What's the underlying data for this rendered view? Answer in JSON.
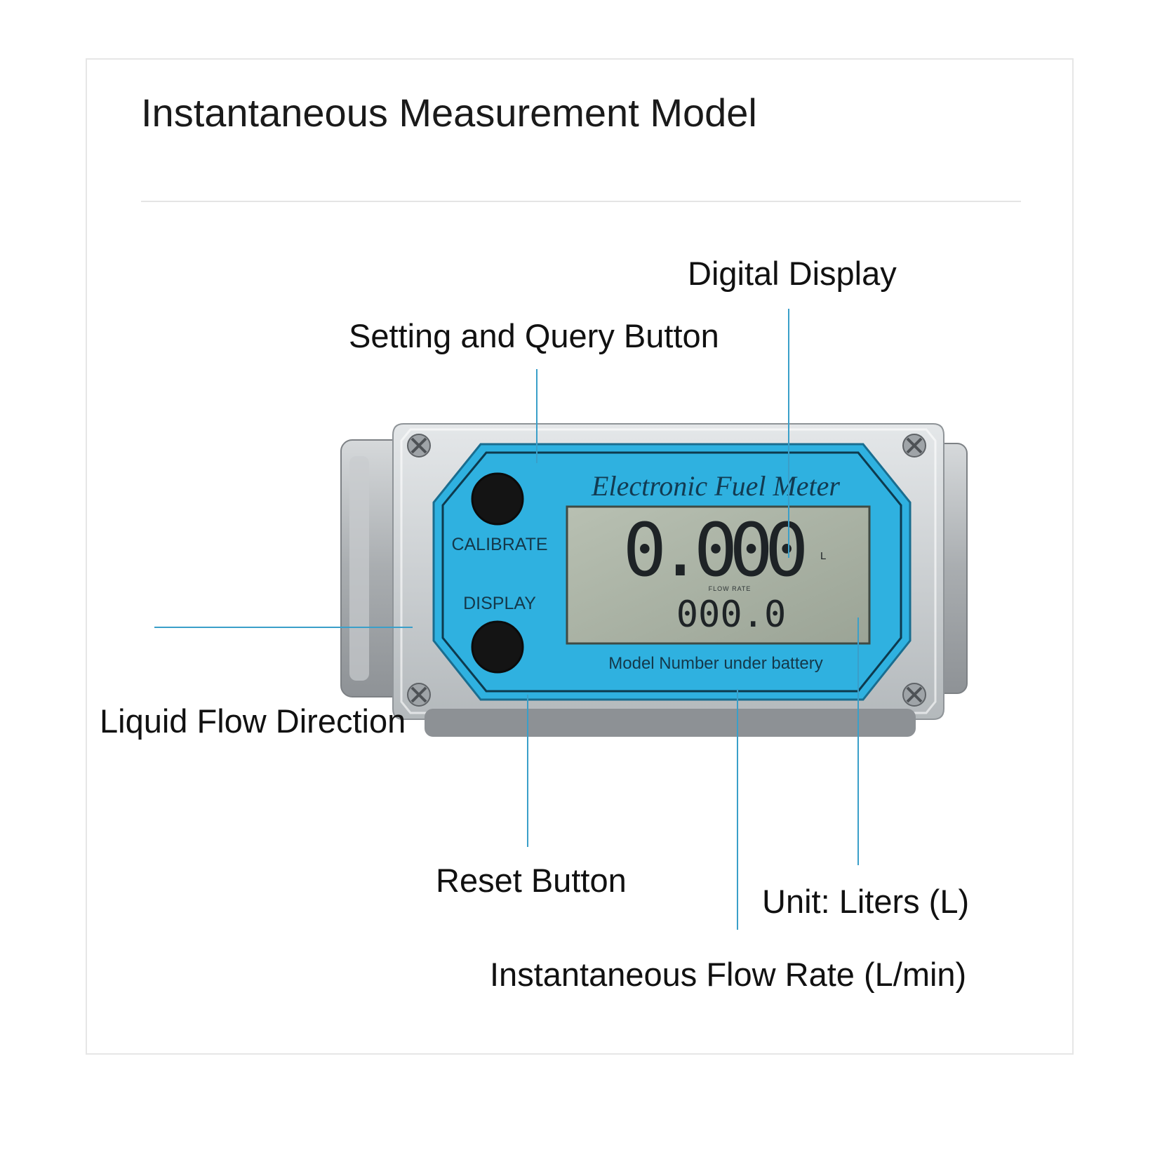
{
  "title": "Instantaneous Measurement Model",
  "callouts": {
    "digital_display": "Digital Display",
    "setting_query_button": "Setting and Query Button",
    "liquid_flow_direction": "Liquid Flow Direction",
    "reset_button": "Reset Button",
    "unit": "Unit: Liters (L)",
    "flow_rate": "Instantaneous Flow Rate (L/min)"
  },
  "meter": {
    "brand_text": "Electronic Fuel Meter",
    "calibrate_label": "CALIBRATE",
    "display_label": "DISPLAY",
    "total_reading": "0.000",
    "total_unit": "L",
    "rate_caption": "FLOW RATE",
    "rate_reading": "000.0",
    "footer_text": "Model Number under battery"
  },
  "colors": {
    "leader_line": "#3a9fc9",
    "panel_blue": "#2fb1e0",
    "lcd_bg": "#aab2a4",
    "lcd_digit": "#1e2326",
    "body_metal": "#b9bdc0"
  }
}
